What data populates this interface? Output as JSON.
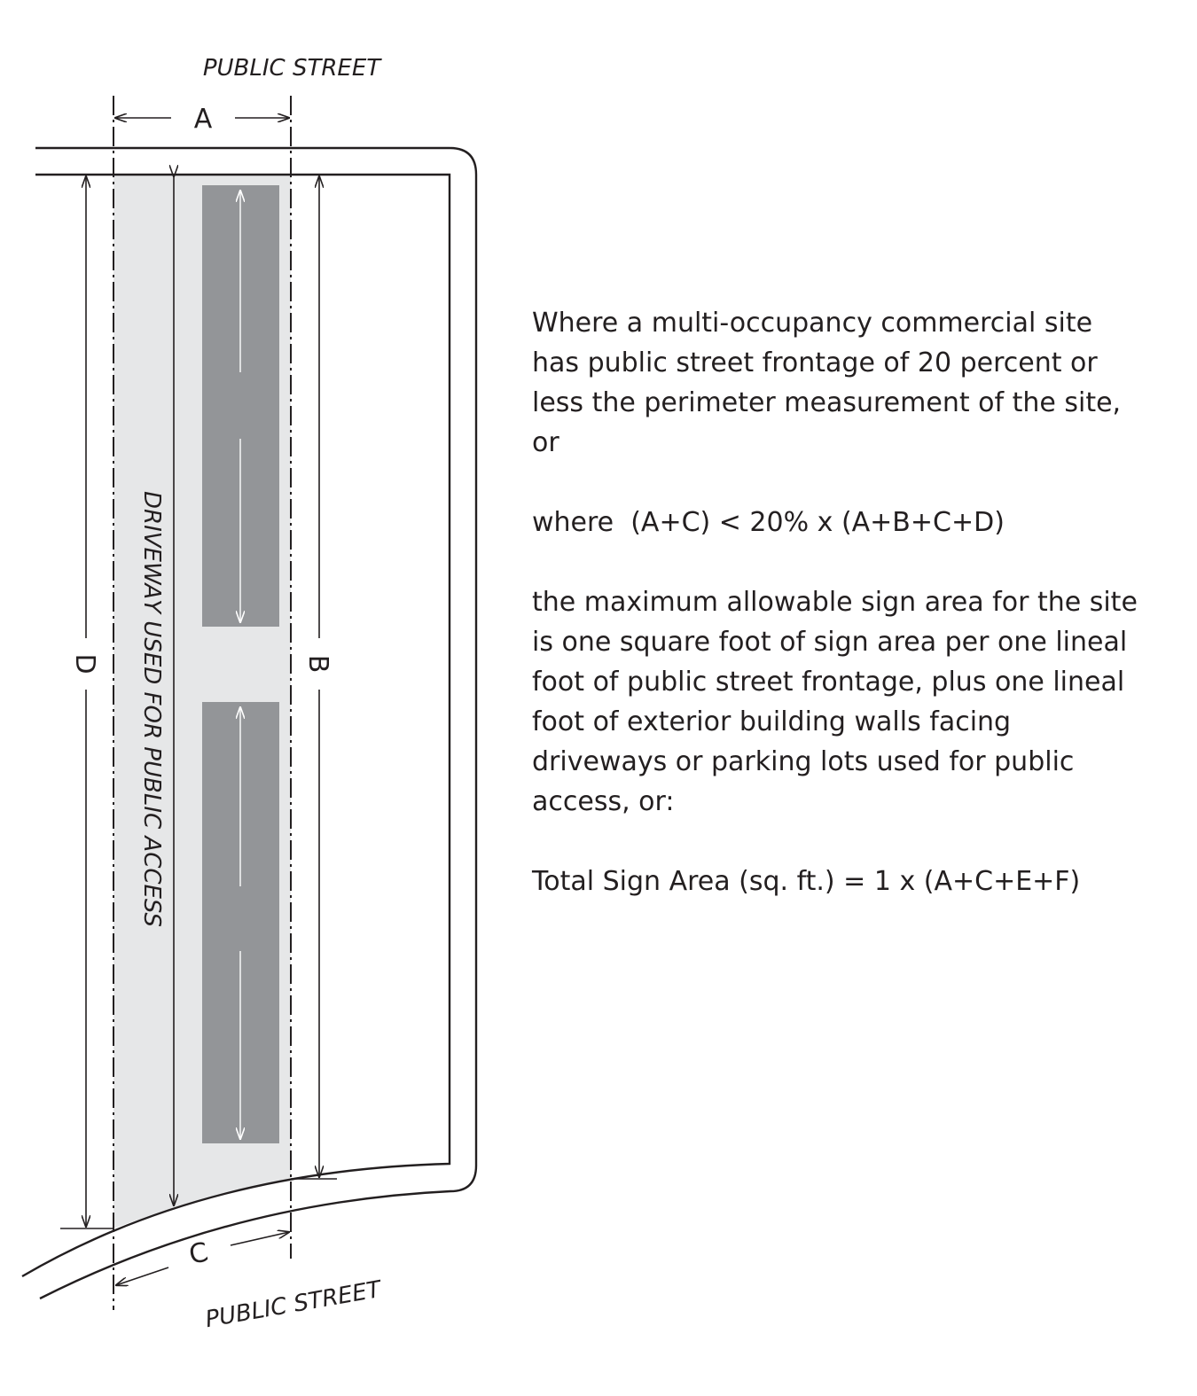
{
  "diagram": {
    "top_street_label": "PUBLIC STREET",
    "bottom_street_label": "PUBLIC STREET",
    "driveway_label": "DRIVEWAY USED FOR PUBLIC ACCESS",
    "dimension_a": "A",
    "dimension_b": "B",
    "dimension_c": "C",
    "dimension_d": "D"
  },
  "text": {
    "paragraph_1": "Where a multi-occupancy commercial site\nhas public street frontage of 20 percent or\nless the perimeter measurement of the site,\nor",
    "formula_1": "where  (A+C) < 20% x (A+B+C+D)",
    "paragraph_2": "the maximum allowable sign area for the site\nis one square foot of sign area per one lineal\nfoot of public street frontage, plus one lineal\nfoot of exterior building walls facing\ndriveways or parking lots used for public\naccess, or:",
    "formula_2": "Total Sign Area (sq. ft.) = 1 x (A+C+E+F)"
  },
  "colors": {
    "line": "#231f20",
    "driveway_fill": "#e6e7e8",
    "parking_fill": "#939598"
  }
}
